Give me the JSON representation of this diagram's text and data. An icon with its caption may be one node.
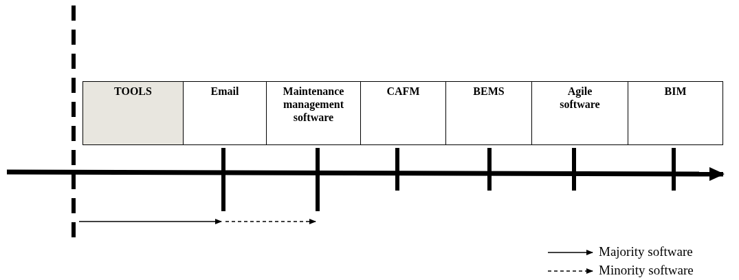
{
  "diagram": {
    "nodes": [
      {
        "text": [
          "TOOLS"
        ]
      },
      {
        "text": [
          "Email"
        ]
      },
      {
        "text": [
          "Maintenance management software"
        ]
      },
      {
        "text": [
          "CAFM"
        ]
      },
      {
        "text": [
          "BEMS"
        ]
      },
      {
        "text": [
          "Agile software"
        ]
      },
      {
        "text": [
          "BIM"
        ]
      },
      {
        "text": [],
        "shape": "bar"
      },
      {
        "text": [],
        "shape": "bar"
      },
      {
        "text": [],
        "shape": "bar"
      },
      {
        "text": [],
        "shape": "bar"
      },
      {
        "text": [],
        "shape": "bar"
      },
      {
        "text": [],
        "shape": "bar"
      }
    ],
    "edges": [
      {
        "from": null,
        "to": 7,
        "arrow": "to"
      },
      {
        "from": 7,
        "to": 8,
        "arrow": "to",
        "style": "dashed"
      }
    ],
    "legend": [
      {
        "text": "Majority software"
      },
      {
        "text": "Minority software"
      }
    ]
  }
}
